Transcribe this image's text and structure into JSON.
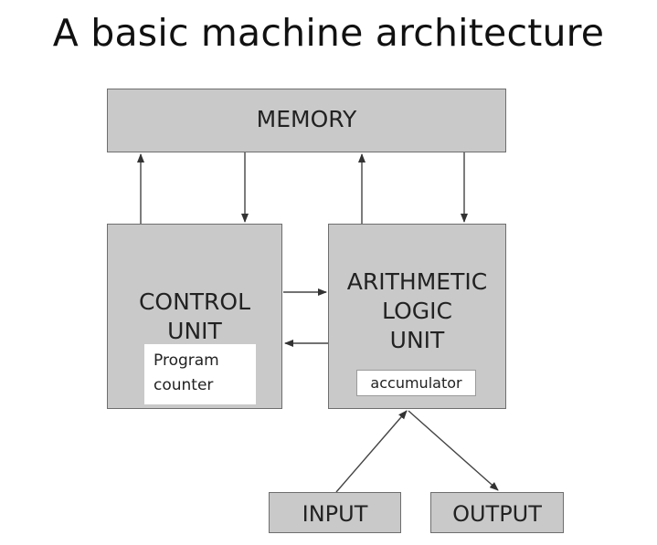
{
  "title": "A basic machine architecture",
  "boxes": {
    "memory": "MEMORY",
    "control_unit": [
      "CONTROL",
      "UNIT"
    ],
    "program_counter": [
      "Program",
      "counter"
    ],
    "alu": [
      "ARITHMETIC",
      "LOGIC",
      "UNIT"
    ],
    "accumulator": "accumulator",
    "input": "INPUT",
    "output": "OUTPUT"
  },
  "colors": {
    "box_fill": "#c9c9c9",
    "box_border": "#6e6e6e",
    "arrow": "#333333",
    "text": "#222222"
  }
}
